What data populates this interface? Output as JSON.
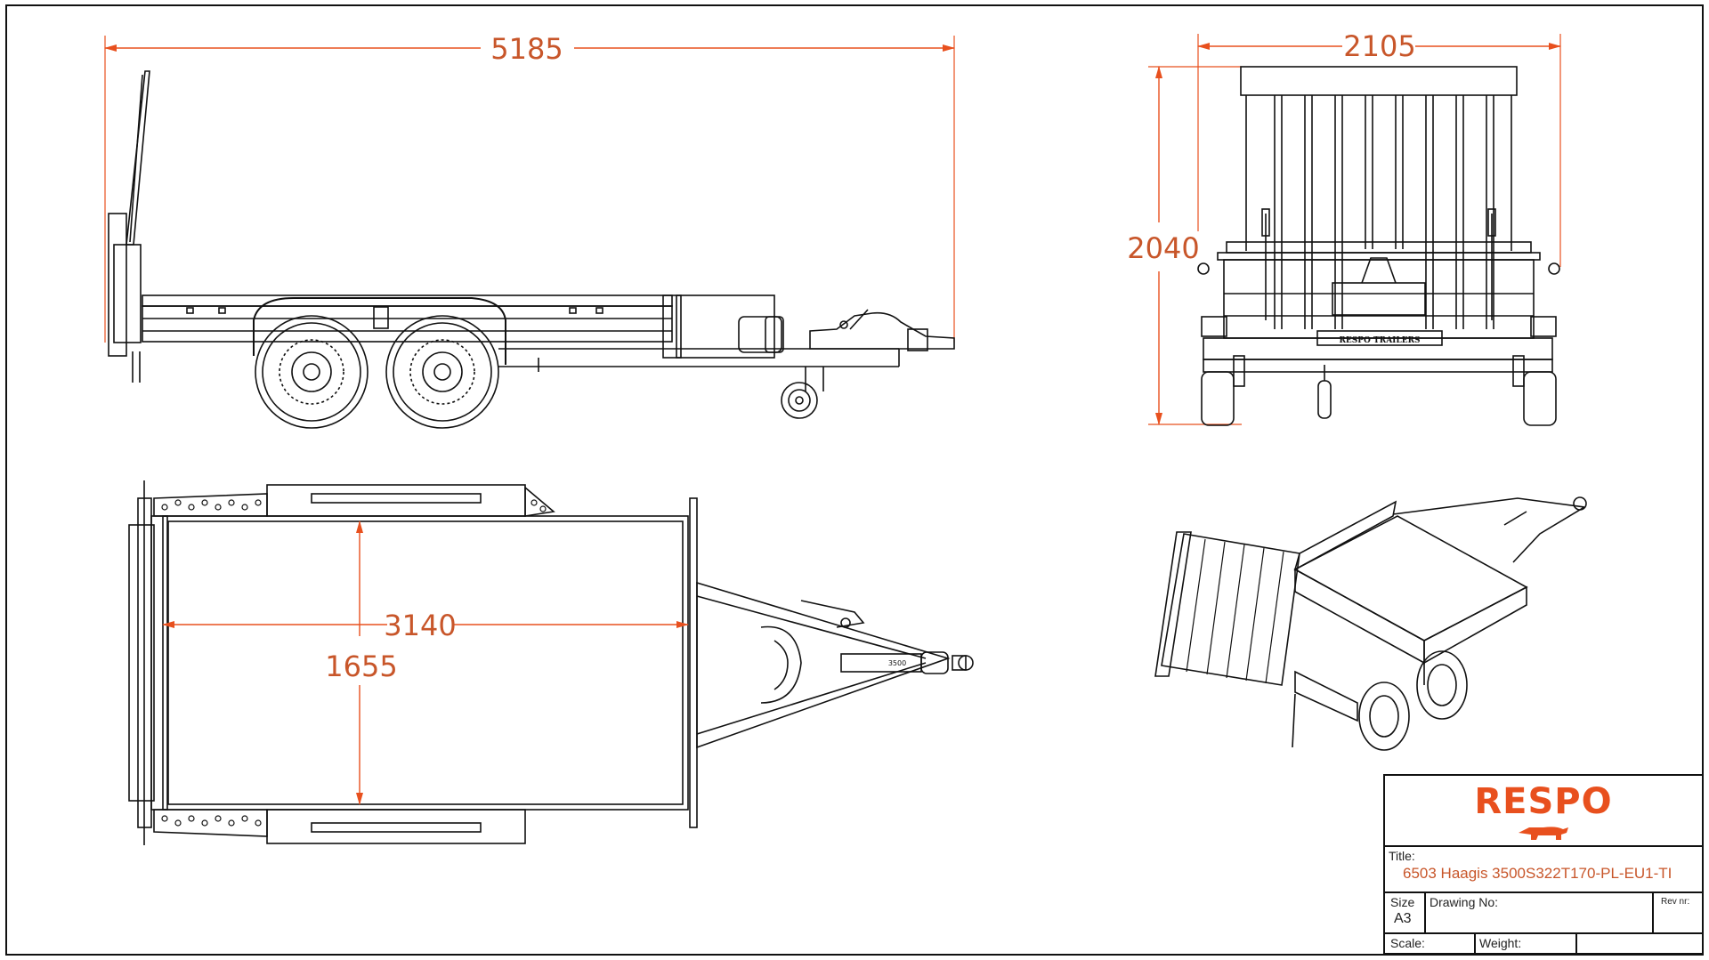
{
  "dimensions": {
    "side_length": "5185",
    "rear_width": "2105",
    "rear_height": "2040",
    "top_length": "3140",
    "top_width": "1655"
  },
  "labels": {
    "rear_plate": "RESPO TRAILERS",
    "drawbar_plate": "3500"
  },
  "title_block": {
    "brand": "RESPO",
    "title_label": "Title:",
    "title_value": "6503 Haagis 3500S322T170-PL-EU1-TI",
    "size_label": "Size",
    "size_value": "A3",
    "drawing_no_label": "Drawing No:",
    "rev_label": "Rev nr:",
    "scale_label": "Scale:",
    "weight_label": "Weight:"
  },
  "colors": {
    "dimension": "#e8501e",
    "line": "#111111",
    "brand": "#e8501e"
  }
}
